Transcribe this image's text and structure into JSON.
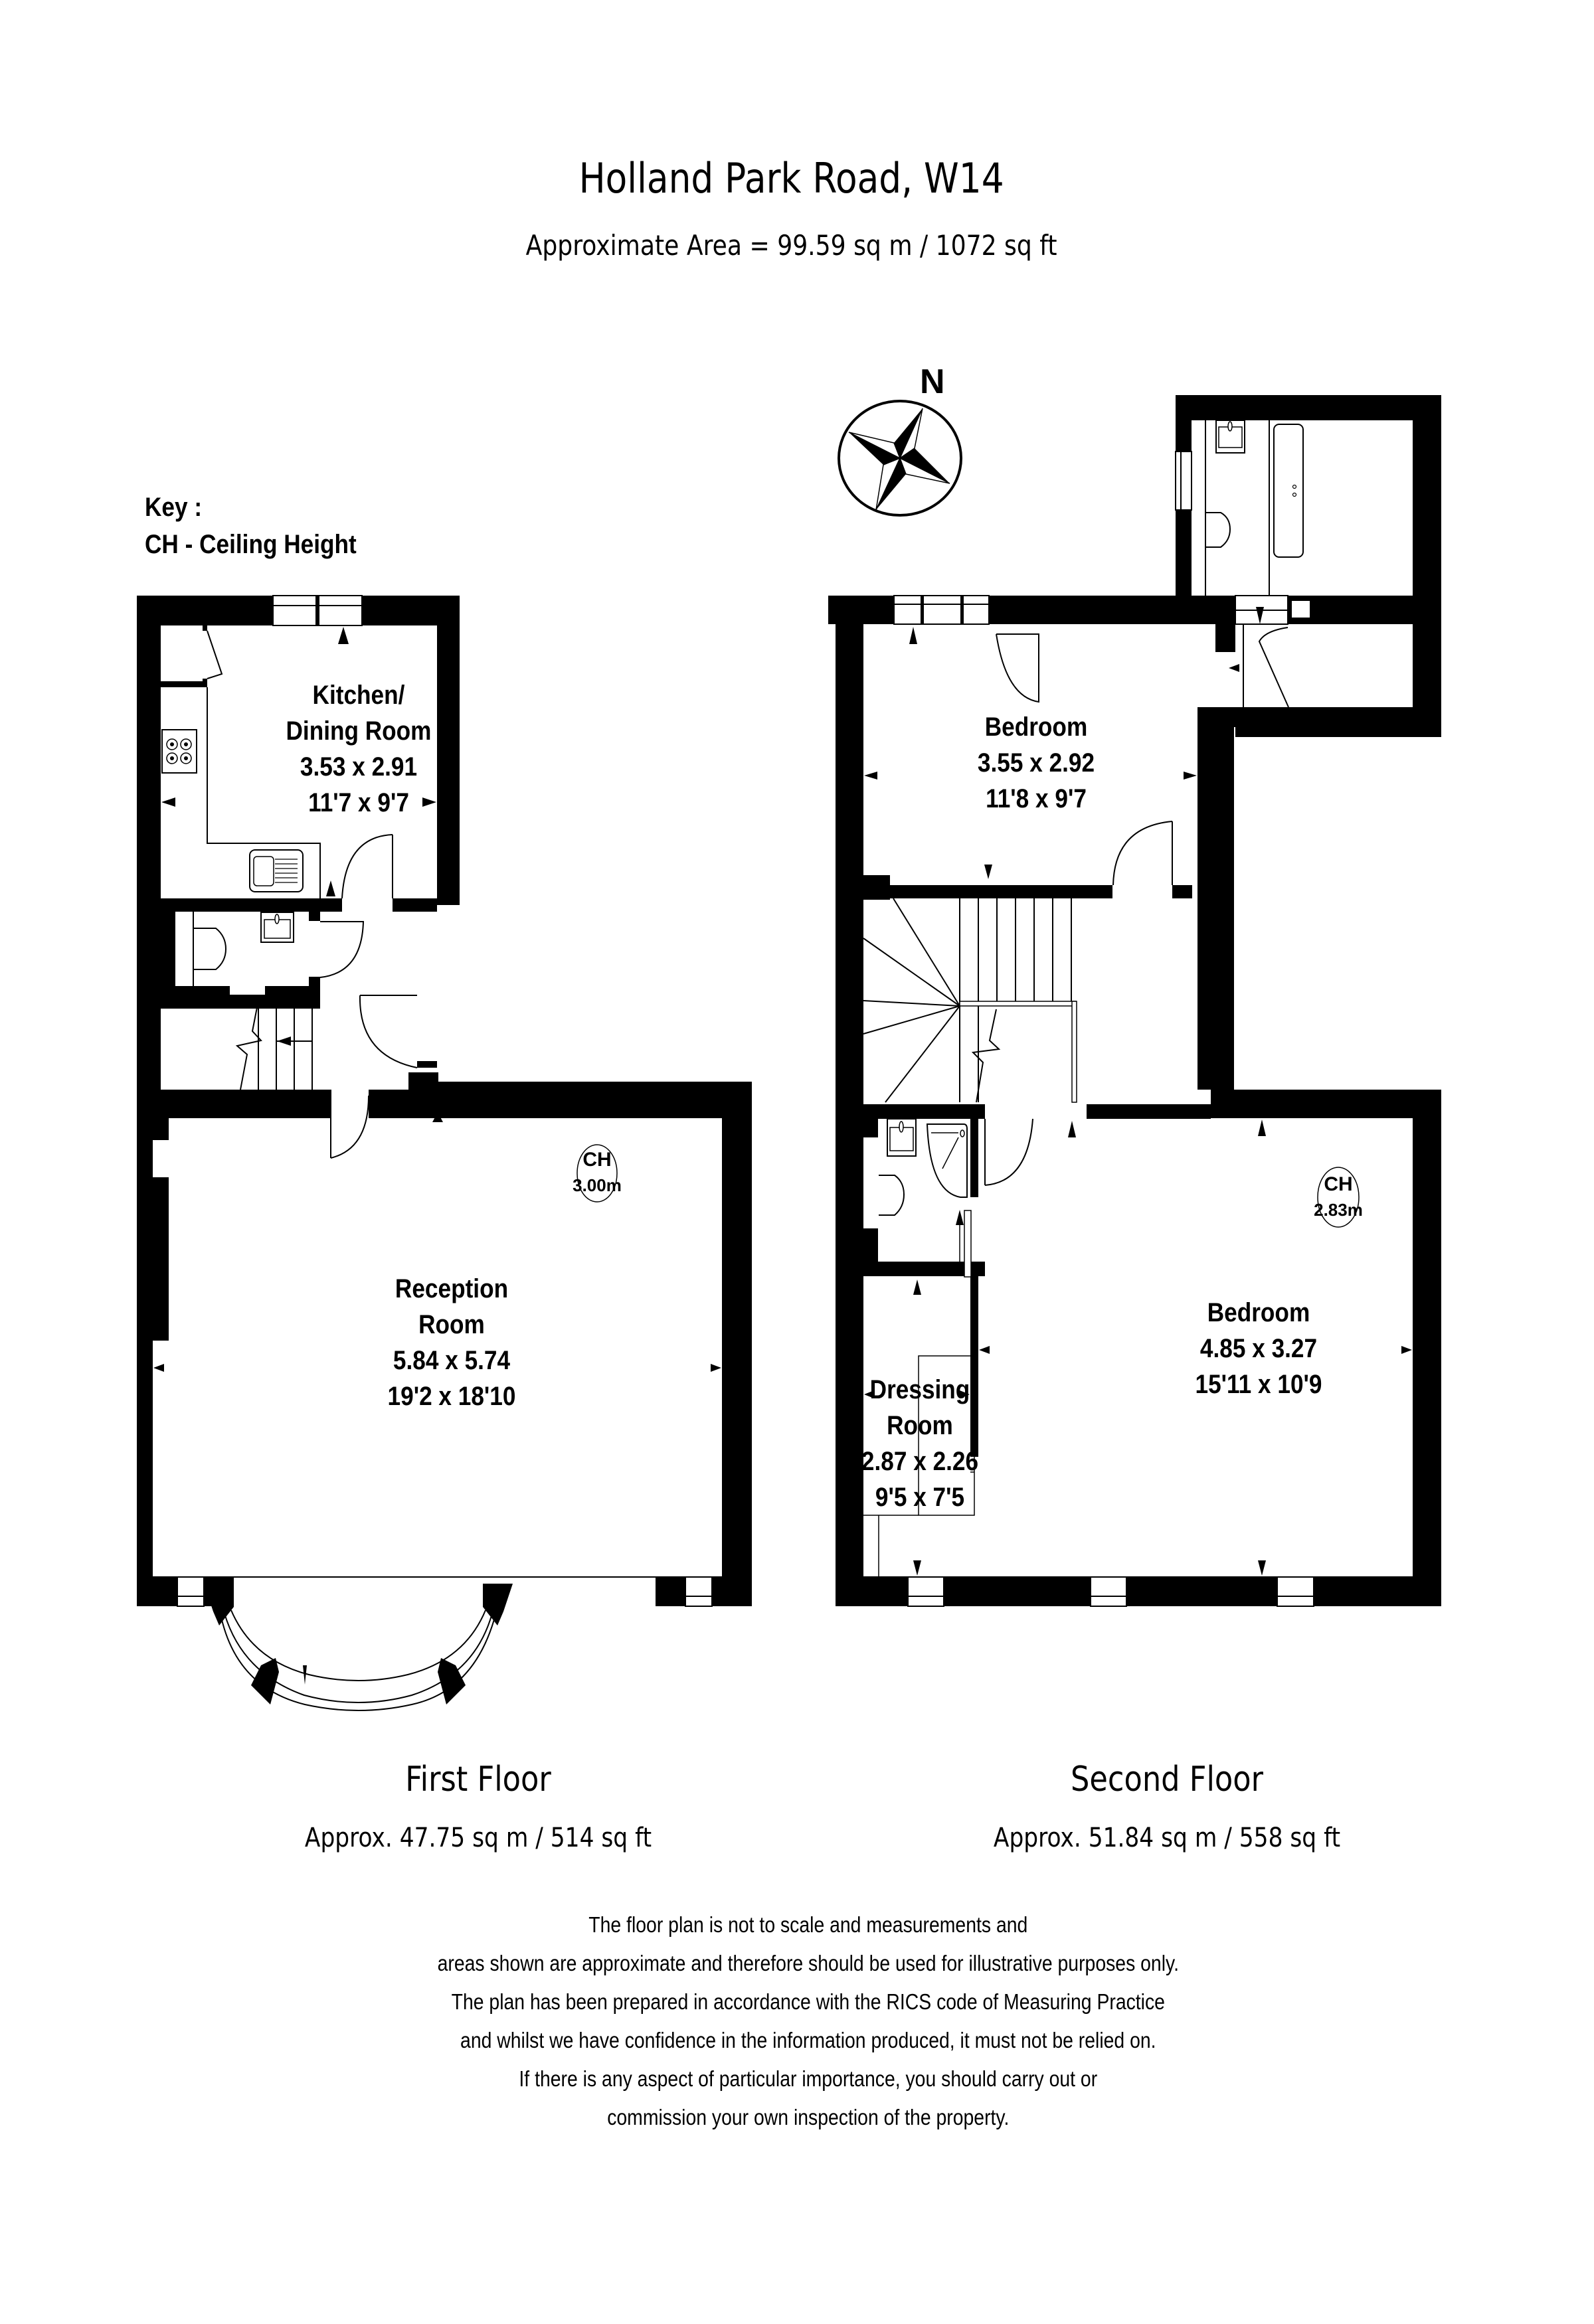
{
  "header": {
    "title": "Holland Park Road, W14",
    "approximate_area": "Approximate Area =  99.59 sq m / 1072 sq ft"
  },
  "key": {
    "heading": "Key :",
    "entries": [
      "CH - Ceiling Height"
    ]
  },
  "compass": {
    "label": "N"
  },
  "floors": [
    {
      "name": "First Floor",
      "area": "Approx. 47.75 sq m / 514 sq ft",
      "rooms": [
        {
          "name_line1": "Kitchen/",
          "name_line2": "Dining Room",
          "metric": "3.53 x 2.91",
          "imperial": "11'7 x 9'7"
        },
        {
          "name_line1": "Reception",
          "name_line2": "Room",
          "metric": "5.84 x 5.74",
          "imperial": "19'2 x 18'10",
          "ceiling_label": "CH",
          "ceiling_height": "3.00m"
        }
      ]
    },
    {
      "name": "Second Floor",
      "area": "Approx. 51.84 sq m / 558 sq ft",
      "rooms": [
        {
          "name_line1": "Bedroom",
          "metric": "3.55 x 2.92",
          "imperial": "11'8 x 9'7"
        },
        {
          "name_line1": "Bedroom",
          "metric": "4.85 x 3.27",
          "imperial": "15'11 x 10'9",
          "ceiling_label": "CH",
          "ceiling_height": "2.83m"
        },
        {
          "name_line1": "Dressing",
          "name_line2": "Room",
          "metric": "2.87 x 2.26",
          "imperial": "9'5 x 7'5"
        }
      ]
    }
  ],
  "disclaimer": [
    "The floor plan is not to scale and measurements and",
    "areas shown are approximate and therefore should be used for illustrative purposes only.",
    "The plan has been prepared in accordance with the RICS code of Measuring Practice",
    "and whilst we have confidence in the information produced, it must not be relied on.",
    "If there is any aspect of particular importance, you should carry out or",
    "commission your own inspection of the property."
  ]
}
